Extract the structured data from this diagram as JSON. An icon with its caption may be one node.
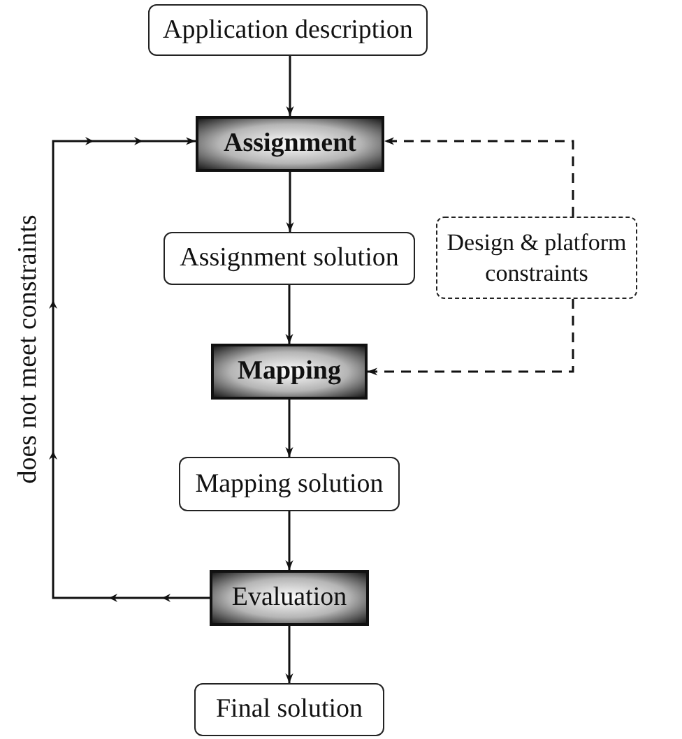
{
  "diagram": {
    "nodes": [
      {
        "text": [
          "Application description"
        ]
      },
      {
        "text": [
          "Assignment"
        ]
      },
      {
        "text": [
          "Assignment solution"
        ]
      },
      {
        "text": [
          "Mapping"
        ]
      },
      {
        "text": [
          "Mapping solution"
        ]
      },
      {
        "text": [
          "Evaluation"
        ]
      },
      {
        "text": [
          "Final solution"
        ]
      },
      {
        "text": [
          "Design & platform constraints"
        ]
      }
    ],
    "edges": [
      {
        "from": 0,
        "to": 1,
        "arrow": "to"
      },
      {
        "from": 1,
        "to": 2,
        "arrow": "to"
      },
      {
        "from": 2,
        "to": 3,
        "arrow": "to"
      },
      {
        "from": 3,
        "to": 4,
        "arrow": "to"
      },
      {
        "from": 4,
        "to": 5,
        "arrow": "to"
      },
      {
        "from": 5,
        "to": 6,
        "arrow": "to"
      },
      {
        "from": 5,
        "to": 1,
        "arrow": "to",
        "label": "does not meet constraints"
      },
      {
        "from": 7,
        "to": 1,
        "arrow": "to",
        "style": "dashed"
      },
      {
        "from": 7,
        "to": 3,
        "arrow": "to",
        "style": "dashed"
      }
    ]
  }
}
